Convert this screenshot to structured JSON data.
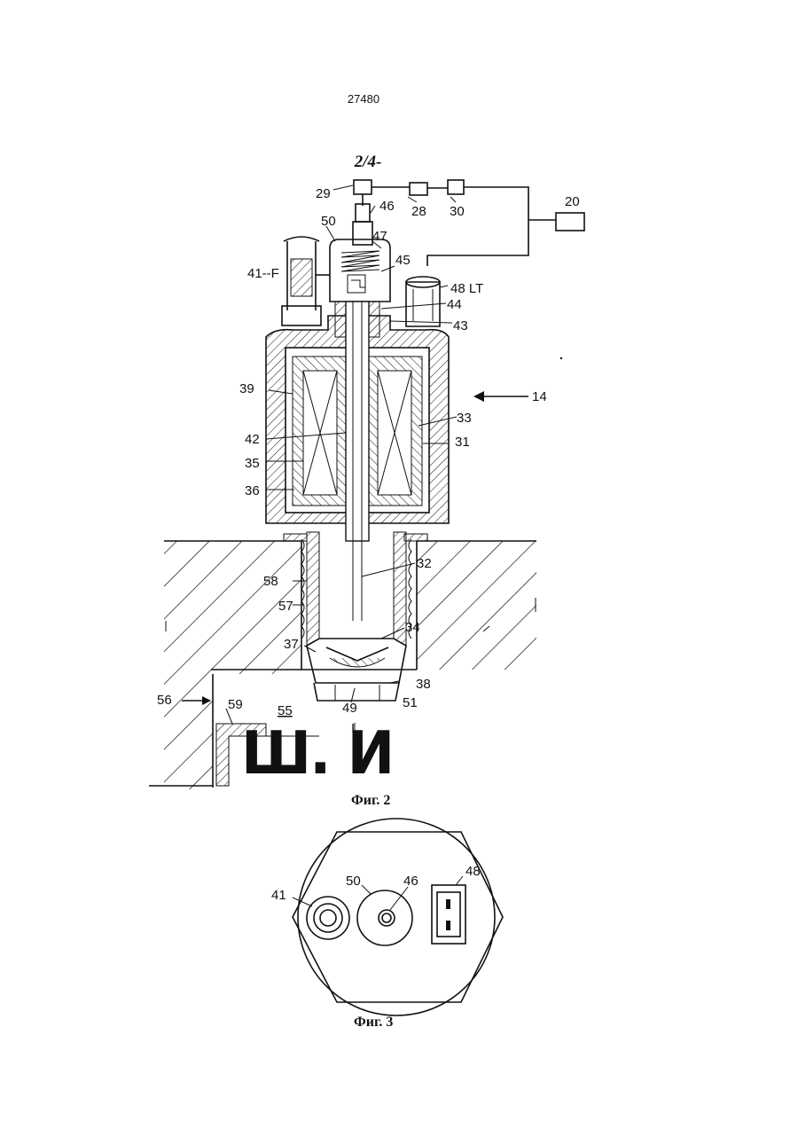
{
  "page_number": "27480",
  "sheet": "2/4-",
  "figures": [
    {
      "caption": "Фиг. 2",
      "garbled_text": "Ш. И",
      "labels": [
        {
          "id": "l29",
          "text": "29"
        },
        {
          "id": "l46",
          "text": "46"
        },
        {
          "id": "l28",
          "text": "28"
        },
        {
          "id": "l30",
          "text": "30"
        },
        {
          "id": "l20",
          "text": "20"
        },
        {
          "id": "l50",
          "text": "50"
        },
        {
          "id": "l47",
          "text": "47"
        },
        {
          "id": "l41F",
          "text": "41--F"
        },
        {
          "id": "l45",
          "text": "45"
        },
        {
          "id": "l48LT",
          "text": "48 LT"
        },
        {
          "id": "l44",
          "text": "44"
        },
        {
          "id": "l43",
          "text": "43"
        },
        {
          "id": "l14",
          "text": "14"
        },
        {
          "id": "l39",
          "text": "39"
        },
        {
          "id": "l33",
          "text": "33"
        },
        {
          "id": "l42",
          "text": "42"
        },
        {
          "id": "l31",
          "text": "31"
        },
        {
          "id": "l35",
          "text": "35"
        },
        {
          "id": "l36",
          "text": "36"
        },
        {
          "id": "l32",
          "text": "32"
        },
        {
          "id": "l58",
          "text": "58"
        },
        {
          "id": "l57",
          "text": "57"
        },
        {
          "id": "l34",
          "text": "34"
        },
        {
          "id": "l37",
          "text": "37"
        },
        {
          "id": "l38",
          "text": "38"
        },
        {
          "id": "l56",
          "text": "56"
        },
        {
          "id": "l49",
          "text": "49"
        },
        {
          "id": "l51",
          "text": "51"
        },
        {
          "id": "l59",
          "text": "59"
        },
        {
          "id": "l55",
          "text": "55"
        },
        {
          "id": "lI",
          "text": "I"
        }
      ]
    },
    {
      "caption": "Фиг. 3",
      "labels": [
        {
          "id": "m41",
          "text": "41"
        },
        {
          "id": "m50",
          "text": "50"
        },
        {
          "id": "m46",
          "text": "46"
        },
        {
          "id": "m48",
          "text": "48"
        }
      ]
    }
  ]
}
